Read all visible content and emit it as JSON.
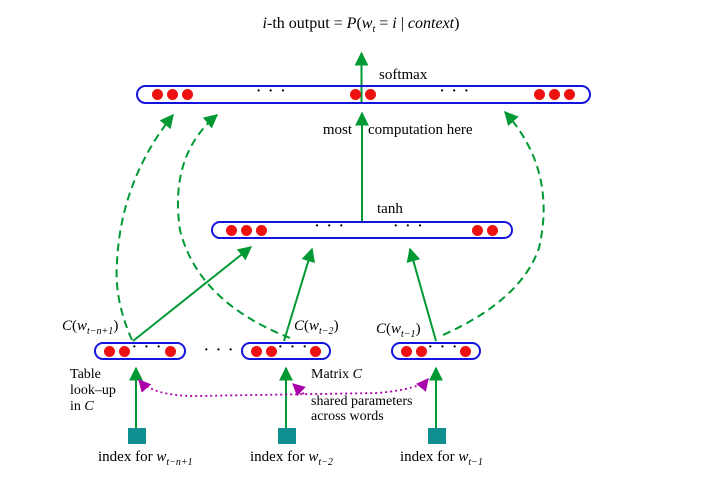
{
  "title_formula": {
    "i": "i",
    "rest1": "-th output = ",
    "P": "P",
    "open": "(",
    "w": "w",
    "sub": "t",
    "eq": " = ",
    "i2": "i",
    "given": " | ",
    "context": "context",
    "close": ")"
  },
  "layer_labels": {
    "softmax": "softmax",
    "tanh": "tanh"
  },
  "annotations": {
    "most": "most",
    "computation": "computation here",
    "table_line1": "Table",
    "table_line2": "look–up",
    "table_line3_prefix": "in ",
    "table_line3_C": "C",
    "matrix_prefix": "Matrix ",
    "matrix_C": "C",
    "shared_line1": "shared parameters",
    "shared_line2": "across words"
  },
  "embedding_labels": [
    {
      "C": "C",
      "open": "(",
      "w": "w",
      "sub": "t−n+1",
      "close": ")"
    },
    {
      "C": "C",
      "open": "(",
      "w": "w",
      "sub": "t−2",
      "close": ")"
    },
    {
      "C": "C",
      "open": "(",
      "w": "w",
      "sub": "t−1",
      "close": ")"
    }
  ],
  "index_labels": [
    {
      "prefix": "index for ",
      "w": "w",
      "sub": "t−n+1"
    },
    {
      "prefix": "index for ",
      "w": "w",
      "sub": "t−2"
    },
    {
      "prefix": "index for ",
      "w": "w",
      "sub": "t−1"
    }
  ],
  "neuron_patterns": {
    "softmax": [
      [
        "d",
        "d",
        "d"
      ],
      [
        "e"
      ],
      [
        "d",
        "d"
      ],
      [
        "e"
      ],
      [
        "d",
        "d",
        "d"
      ]
    ],
    "tanh": [
      [
        "d",
        "d",
        "d"
      ],
      [
        "e"
      ],
      [
        "e"
      ],
      [
        "d",
        "d"
      ]
    ],
    "embedding": [
      [
        "d",
        "d"
      ],
      [
        "e"
      ],
      [
        "d"
      ]
    ],
    "between_embeddings": "· · ·",
    "ellipsis_glyph": "· · ·"
  },
  "colors": {
    "layer_border": "#1414dd",
    "neuron": "#ee1111",
    "connection_green": "#009933",
    "shared_magenta": "#aa00aa",
    "index_teal": "#0f8f8f"
  }
}
